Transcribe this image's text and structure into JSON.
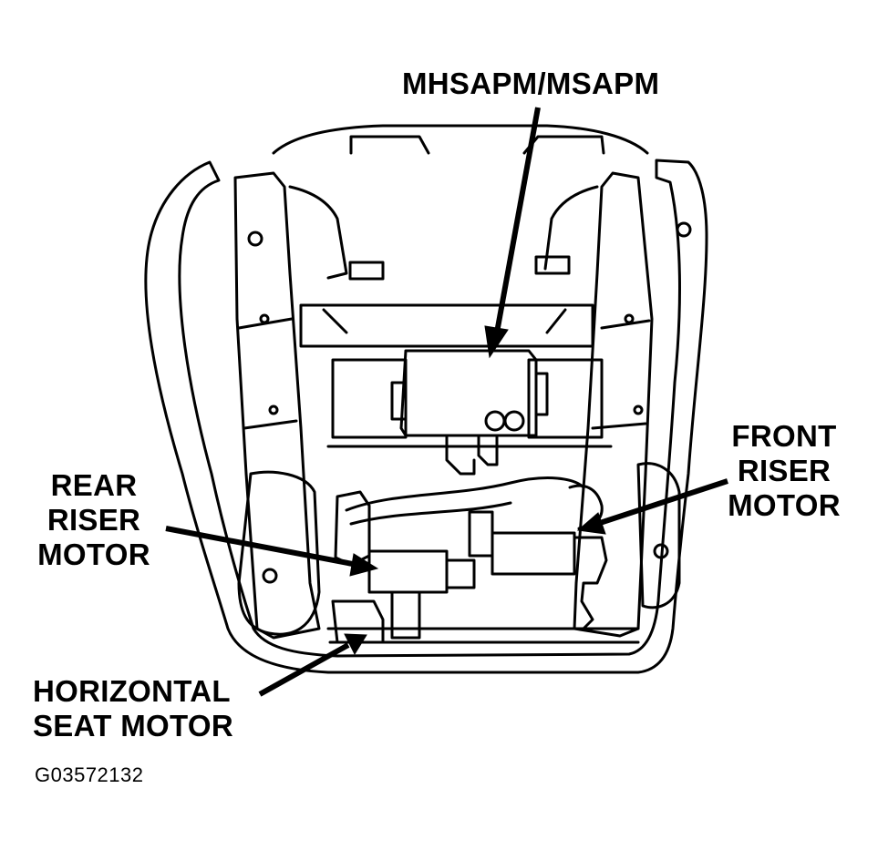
{
  "callouts": {
    "module": "MHSAPM/MSAPM",
    "rear_riser": [
      "REAR",
      "RISER",
      "MOTOR"
    ],
    "front_riser": [
      "FRONT",
      "RISER",
      "MOTOR"
    ],
    "horizontal": [
      "HORIZONTAL",
      "SEAT MOTOR"
    ]
  },
  "figure_id": "G03572132",
  "colors": {
    "ink": "#000000",
    "paper": "#ffffff"
  }
}
